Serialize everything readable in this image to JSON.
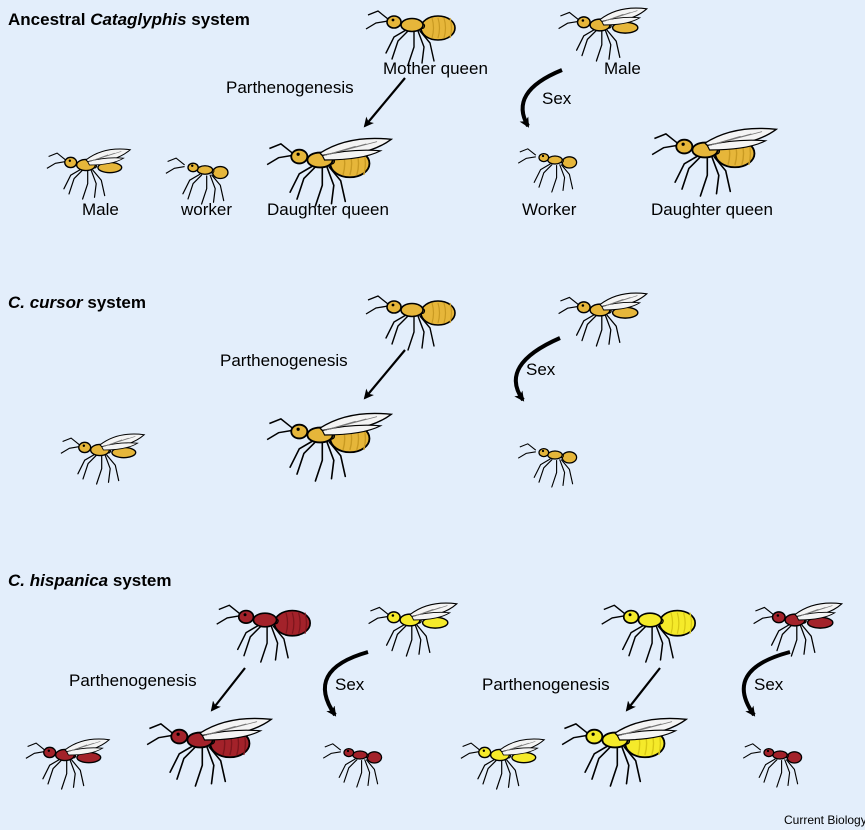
{
  "colors": {
    "background": "#e3eefb",
    "gold": "#e6b63a",
    "gold_shade": "#c99a22",
    "red": "#a3222a",
    "red_shade": "#7d151c",
    "yellow": "#f5ea2a",
    "yellow_shade": "#d8c814",
    "wing": "#f4f4f4",
    "ink": "#000000"
  },
  "sections": [
    {
      "title_pre": "Ancestral ",
      "title_italic": "Cataglyphis",
      "title_post": " system",
      "ants": [
        {
          "role": "mother-queen",
          "color": "gold",
          "winged": false,
          "queen": true
        },
        {
          "role": "male",
          "color": "gold",
          "winged": true
        },
        {
          "role": "offspring-male",
          "color": "gold",
          "winged": true
        },
        {
          "role": "offspring-worker-parthenogenetic",
          "color": "gold",
          "worker": true
        },
        {
          "role": "daughter-queen-parthenogenetic",
          "color": "gold",
          "winged": true,
          "queen": true
        },
        {
          "role": "offspring-worker-sexual",
          "color": "gold",
          "worker": true
        },
        {
          "role": "daughter-queen-sexual",
          "color": "gold",
          "winged": true,
          "queen": true
        }
      ],
      "labels": {
        "mother_queen": "Mother queen",
        "male": "Male",
        "parthenogenesis": "Parthenogenesis",
        "sex": "Sex",
        "offspring_male": "Male",
        "worker_lower": "worker",
        "daughter_queen_a": "Daughter queen",
        "worker_upper": "Worker",
        "daughter_queen_b": "Daughter queen"
      }
    },
    {
      "title_italic": "C. cursor",
      "title_post": " system",
      "labels": {
        "parthenogenesis": "Parthenogenesis",
        "sex": "Sex"
      }
    },
    {
      "title_italic": "C. hispanica",
      "title_post": " system",
      "labels": {
        "parthenogenesis_left": "Parthenogenesis",
        "sex_left": "Sex",
        "parthenogenesis_right": "Parthenogenesis",
        "sex_right": "Sex"
      }
    }
  ],
  "credit": "Current Biology"
}
